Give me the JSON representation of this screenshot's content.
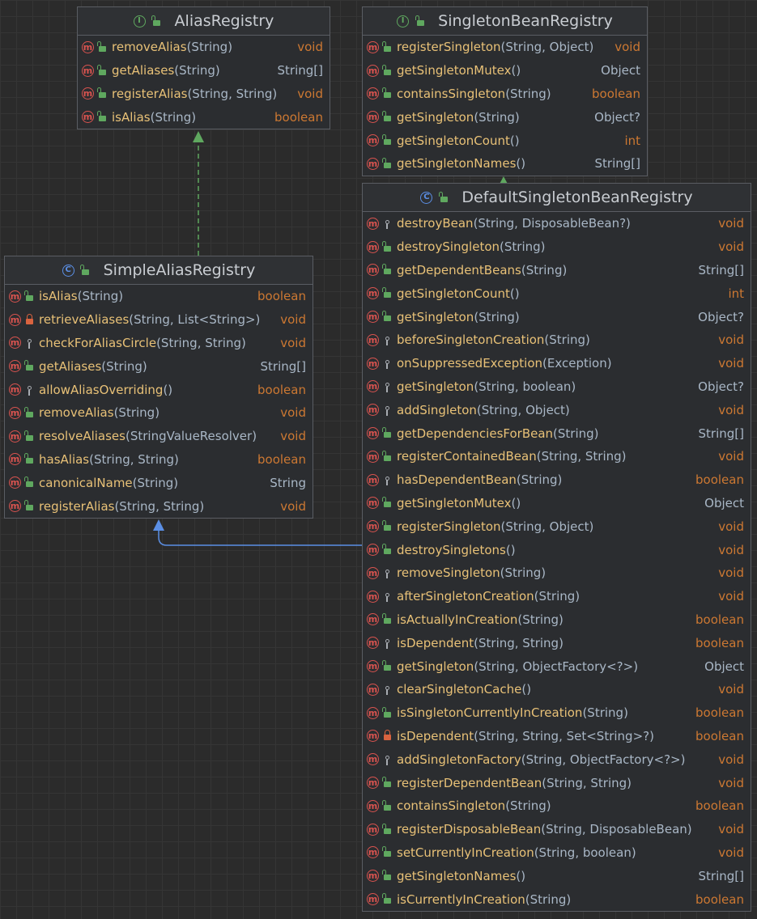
{
  "colors": {
    "background": "#2b2b2b",
    "method_name": "#e8c177",
    "keyword": "#cc7832",
    "text": "#a9b7c6",
    "implements_edge": "#5fa85f",
    "extends_edge": "#5b8fe5"
  },
  "classes": [
    {
      "id": "alias-registry",
      "kind": "interface",
      "kind_letter": "I",
      "name": "AliasRegistry",
      "methods": [
        {
          "name": "removeAlias",
          "params": "(String)",
          "ret": "void",
          "ret_kw": true,
          "vis": "public"
        },
        {
          "name": "getAliases",
          "params": "(String)",
          "ret": "String[]",
          "ret_kw": false,
          "vis": "public"
        },
        {
          "name": "registerAlias",
          "params": "(String, String)",
          "ret": "void",
          "ret_kw": true,
          "vis": "public"
        },
        {
          "name": "isAlias",
          "params": "(String)",
          "ret": "boolean",
          "ret_kw": true,
          "vis": "public"
        }
      ]
    },
    {
      "id": "singleton-bean-registry",
      "kind": "interface",
      "kind_letter": "I",
      "name": "SingletonBeanRegistry",
      "methods": [
        {
          "name": "registerSingleton",
          "params": "(String, Object)",
          "ret": "void",
          "ret_kw": true,
          "vis": "public"
        },
        {
          "name": "getSingletonMutex",
          "params": "()",
          "ret": "Object",
          "ret_kw": false,
          "vis": "public"
        },
        {
          "name": "containsSingleton",
          "params": "(String)",
          "ret": "boolean",
          "ret_kw": true,
          "vis": "public"
        },
        {
          "name": "getSingleton",
          "params": "(String)",
          "ret": "Object?",
          "ret_kw": false,
          "vis": "public"
        },
        {
          "name": "getSingletonCount",
          "params": "()",
          "ret": "int",
          "ret_kw": true,
          "vis": "public"
        },
        {
          "name": "getSingletonNames",
          "params": "()",
          "ret": "String[]",
          "ret_kw": false,
          "vis": "public"
        }
      ]
    },
    {
      "id": "simple-alias-registry",
      "kind": "class",
      "kind_letter": "C",
      "name": "SimpleAliasRegistry",
      "methods": [
        {
          "name": "isAlias",
          "params": "(String)",
          "ret": "boolean",
          "ret_kw": true,
          "vis": "public"
        },
        {
          "name": "retrieveAliases",
          "params": "(String, List<String>)",
          "ret": "void",
          "ret_kw": true,
          "vis": "private"
        },
        {
          "name": "checkForAliasCircle",
          "params": "(String, String)",
          "ret": "void",
          "ret_kw": true,
          "vis": "protected"
        },
        {
          "name": "getAliases",
          "params": "(String)",
          "ret": "String[]",
          "ret_kw": false,
          "vis": "public"
        },
        {
          "name": "allowAliasOverriding",
          "params": "()",
          "ret": "boolean",
          "ret_kw": true,
          "vis": "protected"
        },
        {
          "name": "removeAlias",
          "params": "(String)",
          "ret": "void",
          "ret_kw": true,
          "vis": "public"
        },
        {
          "name": "resolveAliases",
          "params": "(StringValueResolver)",
          "ret": "void",
          "ret_kw": true,
          "vis": "public"
        },
        {
          "name": "hasAlias",
          "params": "(String, String)",
          "ret": "boolean",
          "ret_kw": true,
          "vis": "public"
        },
        {
          "name": "canonicalName",
          "params": "(String)",
          "ret": "String",
          "ret_kw": false,
          "vis": "public"
        },
        {
          "name": "registerAlias",
          "params": "(String, String)",
          "ret": "void",
          "ret_kw": true,
          "vis": "public"
        }
      ]
    },
    {
      "id": "default-singleton-bean-registry",
      "kind": "class",
      "kind_letter": "C",
      "name": "DefaultSingletonBeanRegistry",
      "methods": [
        {
          "name": "destroyBean",
          "params": "(String, DisposableBean?)",
          "ret": "void",
          "ret_kw": true,
          "vis": "protected"
        },
        {
          "name": "destroySingleton",
          "params": "(String)",
          "ret": "void",
          "ret_kw": true,
          "vis": "public"
        },
        {
          "name": "getDependentBeans",
          "params": "(String)",
          "ret": "String[]",
          "ret_kw": false,
          "vis": "public"
        },
        {
          "name": "getSingletonCount",
          "params": "()",
          "ret": "int",
          "ret_kw": true,
          "vis": "public"
        },
        {
          "name": "getSingleton",
          "params": "(String)",
          "ret": "Object?",
          "ret_kw": false,
          "vis": "public"
        },
        {
          "name": "beforeSingletonCreation",
          "params": "(String)",
          "ret": "void",
          "ret_kw": true,
          "vis": "protected"
        },
        {
          "name": "onSuppressedException",
          "params": "(Exception)",
          "ret": "void",
          "ret_kw": true,
          "vis": "protected"
        },
        {
          "name": "getSingleton",
          "params": "(String, boolean)",
          "ret": "Object?",
          "ret_kw": false,
          "vis": "protected"
        },
        {
          "name": "addSingleton",
          "params": "(String, Object)",
          "ret": "void",
          "ret_kw": true,
          "vis": "protected"
        },
        {
          "name": "getDependenciesForBean",
          "params": "(String)",
          "ret": "String[]",
          "ret_kw": false,
          "vis": "public"
        },
        {
          "name": "registerContainedBean",
          "params": "(String, String)",
          "ret": "void",
          "ret_kw": true,
          "vis": "public"
        },
        {
          "name": "hasDependentBean",
          "params": "(String)",
          "ret": "boolean",
          "ret_kw": true,
          "vis": "protected"
        },
        {
          "name": "getSingletonMutex",
          "params": "()",
          "ret": "Object",
          "ret_kw": false,
          "vis": "public"
        },
        {
          "name": "registerSingleton",
          "params": "(String, Object)",
          "ret": "void",
          "ret_kw": true,
          "vis": "public"
        },
        {
          "name": "destroySingletons",
          "params": "()",
          "ret": "void",
          "ret_kw": true,
          "vis": "public"
        },
        {
          "name": "removeSingleton",
          "params": "(String)",
          "ret": "void",
          "ret_kw": true,
          "vis": "protected"
        },
        {
          "name": "afterSingletonCreation",
          "params": "(String)",
          "ret": "void",
          "ret_kw": true,
          "vis": "protected"
        },
        {
          "name": "isActuallyInCreation",
          "params": "(String)",
          "ret": "boolean",
          "ret_kw": true,
          "vis": "public"
        },
        {
          "name": "isDependent",
          "params": "(String, String)",
          "ret": "boolean",
          "ret_kw": true,
          "vis": "protected"
        },
        {
          "name": "getSingleton",
          "params": "(String, ObjectFactory<?>)",
          "ret": "Object",
          "ret_kw": false,
          "vis": "public"
        },
        {
          "name": "clearSingletonCache",
          "params": "()",
          "ret": "void",
          "ret_kw": true,
          "vis": "protected"
        },
        {
          "name": "isSingletonCurrentlyInCreation",
          "params": "(String)",
          "ret": "boolean",
          "ret_kw": true,
          "vis": "public"
        },
        {
          "name": "isDependent",
          "params": "(String, String, Set<String>?)",
          "ret": "boolean",
          "ret_kw": true,
          "vis": "private"
        },
        {
          "name": "addSingletonFactory",
          "params": "(String, ObjectFactory<?>)",
          "ret": "void",
          "ret_kw": true,
          "vis": "protected"
        },
        {
          "name": "registerDependentBean",
          "params": "(String, String)",
          "ret": "void",
          "ret_kw": true,
          "vis": "public"
        },
        {
          "name": "containsSingleton",
          "params": "(String)",
          "ret": "boolean",
          "ret_kw": true,
          "vis": "public"
        },
        {
          "name": "registerDisposableBean",
          "params": "(String, DisposableBean)",
          "ret": "void",
          "ret_kw": true,
          "vis": "public"
        },
        {
          "name": "setCurrentlyInCreation",
          "params": "(String, boolean)",
          "ret": "void",
          "ret_kw": true,
          "vis": "public"
        },
        {
          "name": "getSingletonNames",
          "params": "()",
          "ret": "String[]",
          "ret_kw": false,
          "vis": "public"
        },
        {
          "name": "isCurrentlyInCreation",
          "params": "(String)",
          "ret": "boolean",
          "ret_kw": true,
          "vis": "public"
        }
      ]
    }
  ],
  "relations": [
    {
      "from": "simple-alias-registry",
      "to": "alias-registry",
      "type": "implements"
    },
    {
      "from": "default-singleton-bean-registry",
      "to": "singleton-bean-registry",
      "type": "implements"
    },
    {
      "from": "default-singleton-bean-registry",
      "to": "simple-alias-registry",
      "type": "extends"
    }
  ]
}
